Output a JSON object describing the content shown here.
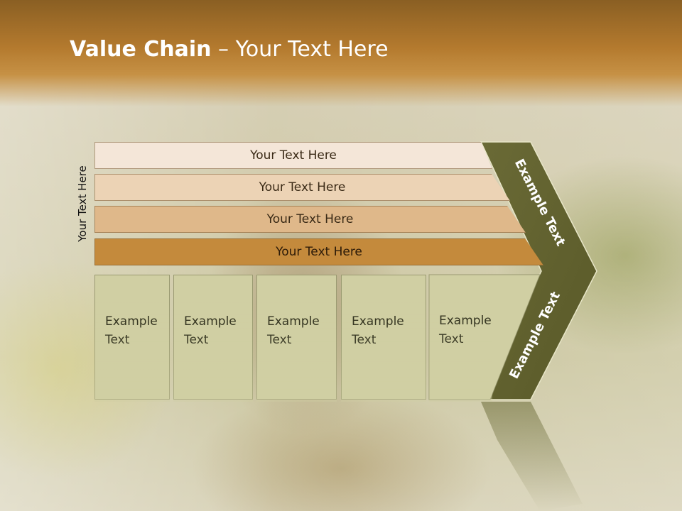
{
  "title": {
    "bold": "Value Chain",
    "rest": " – Your Text Here"
  },
  "side_label": "Your Text Here",
  "bars": [
    "Your Text Here",
    "Your Text Here",
    "Your Text Here",
    "Your Text Here"
  ],
  "boxes": [
    {
      "line1": "Example",
      "line2": "Text"
    },
    {
      "line1": "Example",
      "line2": "Text"
    },
    {
      "line1": "Example",
      "line2": "Text"
    },
    {
      "line1": "Example",
      "line2": "Text"
    },
    {
      "line1": "Example",
      "line2": "Text"
    }
  ],
  "chevron": {
    "top_label": "Example Text",
    "bottom_label": "Example Text"
  },
  "colors": {
    "header": "#b47a2e",
    "chevron": "#666634",
    "box": "#d0cfa3"
  }
}
